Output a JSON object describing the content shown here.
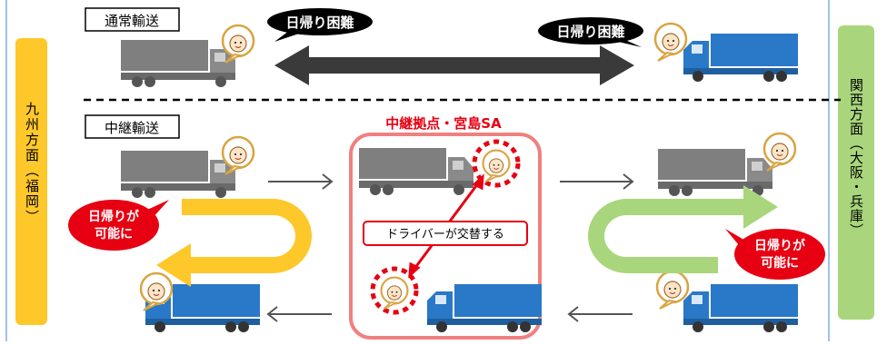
{
  "regions": {
    "left": "九州方面（福岡）",
    "right": "関西方面（大阪・兵庫）"
  },
  "normal": {
    "label": "通常輸送",
    "bubble_left": "日帰り困難",
    "bubble_right": "日帰り困難"
  },
  "relay": {
    "label": "中継輸送",
    "hub_title": "中継拠点・宮島SA",
    "swap_label": "ドライバーが交替する",
    "left_badge": [
      "日帰りが",
      "可能に"
    ],
    "right_badge": [
      "日帰りが",
      "可能に"
    ]
  },
  "colors": {
    "yellow": "#ffc82a",
    "green": "#a9d67c",
    "blue": "#2a78c8",
    "gray": "#7f7f7f",
    "red": "#e60012",
    "hub_border": "#f08080",
    "black": "#000000"
  },
  "icons": [
    "truck-icon",
    "driver-icon",
    "double-arrow-icon",
    "u-turn-arrow-icon"
  ]
}
